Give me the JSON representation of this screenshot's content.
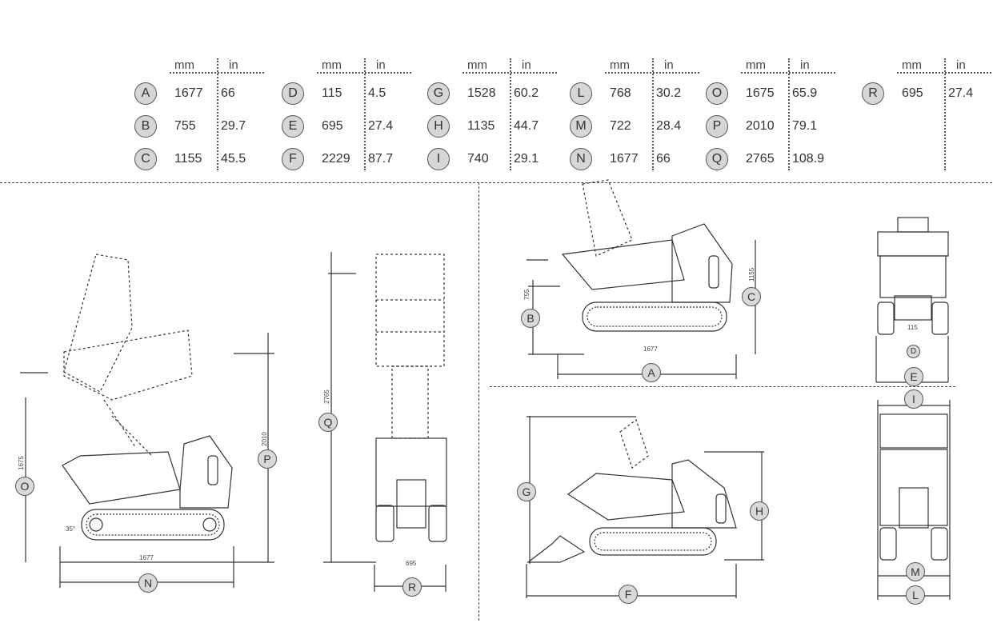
{
  "units": {
    "mm": "mm",
    "in": "in"
  },
  "table": [
    {
      "id": "A",
      "mm": "1677",
      "in": "66"
    },
    {
      "id": "B",
      "mm": "755",
      "in": "29.7"
    },
    {
      "id": "C",
      "mm": "1155",
      "in": "45.5"
    },
    {
      "id": "D",
      "mm": "115",
      "in": "4.5"
    },
    {
      "id": "E",
      "mm": "695",
      "in": "27.4"
    },
    {
      "id": "F",
      "mm": "2229",
      "in": "87.7"
    },
    {
      "id": "G",
      "mm": "1528",
      "in": "60.2"
    },
    {
      "id": "H",
      "mm": "1135",
      "in": "44.7"
    },
    {
      "id": "I",
      "mm": "740",
      "in": "29.1"
    },
    {
      "id": "L",
      "mm": "768",
      "in": "30.2"
    },
    {
      "id": "M",
      "mm": "722",
      "in": "28.4"
    },
    {
      "id": "N",
      "mm": "1677",
      "in": "66"
    },
    {
      "id": "O",
      "mm": "1675",
      "in": "65.9"
    },
    {
      "id": "P",
      "mm": "2010",
      "in": "79.1"
    },
    {
      "id": "Q",
      "mm": "2765",
      "in": "108.9"
    },
    {
      "id": "R",
      "mm": "695",
      "in": "27.4"
    }
  ],
  "drawing_labels": {
    "dim_1677_left": "1677",
    "dim_1675": "1675",
    "dim_2010": "2010",
    "dim_35": "35°",
    "dim_2765": "2765",
    "dim_695": "695",
    "dim_755": "755",
    "dim_1155": "1155",
    "dim_1677_right": "1677",
    "dim_115": "115"
  }
}
